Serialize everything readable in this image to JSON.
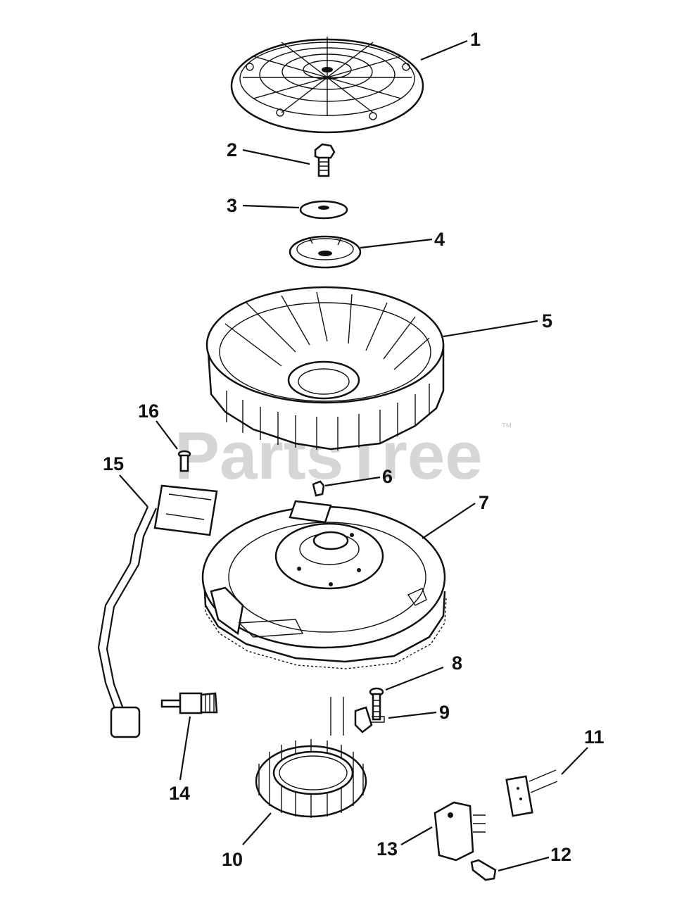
{
  "watermark": {
    "text": "PartsTree",
    "tm": "™"
  },
  "callouts": {
    "c1": "1",
    "c2": "2",
    "c3": "3",
    "c4": "4",
    "c5": "5",
    "c6": "6",
    "c7": "7",
    "c8": "8",
    "c9": "9",
    "c10": "10",
    "c11": "11",
    "c12": "12",
    "c13": "13",
    "c14": "14",
    "c15": "15",
    "c16": "16"
  }
}
